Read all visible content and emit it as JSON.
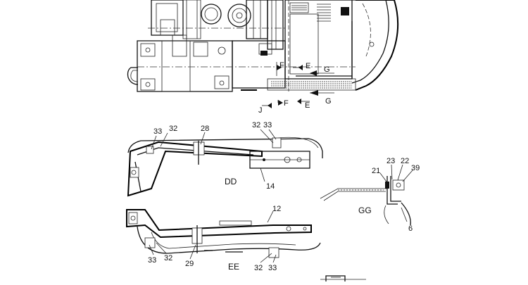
{
  "top_view": {
    "section_labels": [
      "F",
      "E",
      "G",
      "J",
      "F",
      "E",
      "G"
    ]
  },
  "view_dd": {
    "title": "DD",
    "callouts": [
      "33",
      "32",
      "28",
      "32",
      "33",
      "14"
    ]
  },
  "view_ee": {
    "title": "EE",
    "callouts": [
      "12",
      "33",
      "32",
      "29",
      "32",
      "33"
    ]
  },
  "view_gg": {
    "title": "GG",
    "callouts": [
      "23",
      "22",
      "21",
      "39",
      "6"
    ]
  }
}
